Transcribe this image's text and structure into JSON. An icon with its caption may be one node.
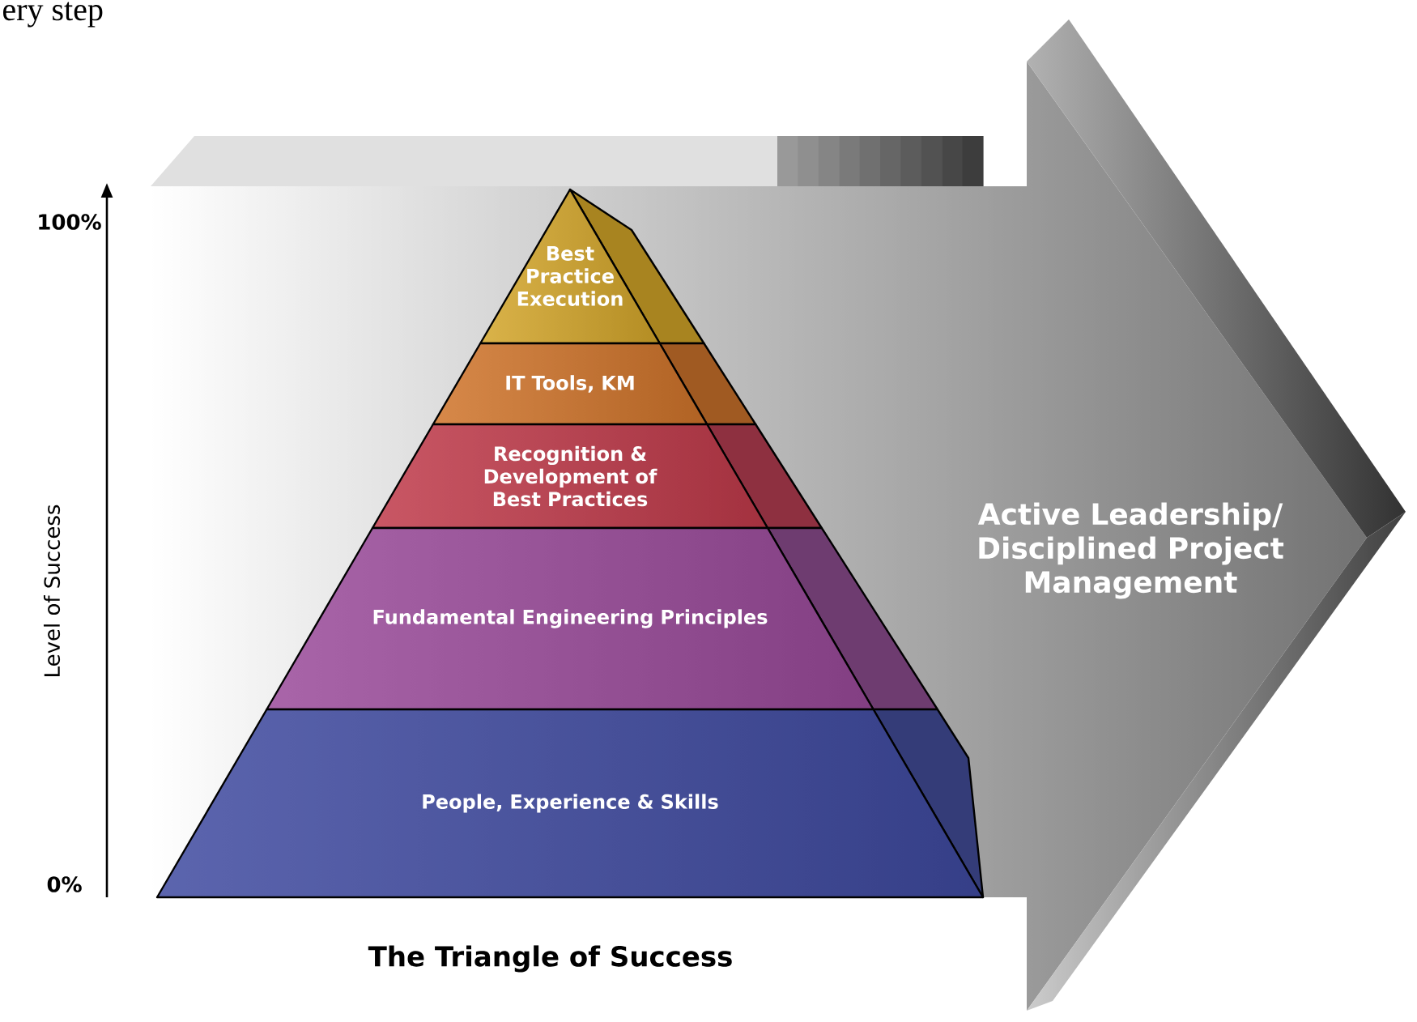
{
  "diagram": {
    "caption": "The Triangle of Success",
    "nodes": [
      {
        "text": [
          "Active Leadership/ Disciplined Project Management"
        ]
      },
      {
        "text": [
          "Best Practice Execution"
        ]
      },
      {
        "text": [
          "IT Tools, KM"
        ]
      },
      {
        "text": [
          "Recognition & Development of Best Practices"
        ]
      },
      {
        "text": [
          "Fundamental Engineering Principles"
        ]
      },
      {
        "text": [
          "People, Experience & Skills"
        ]
      }
    ],
    "labels": [
      "ery step",
      "100%",
      "Level of Success",
      "0%"
    ]
  }
}
